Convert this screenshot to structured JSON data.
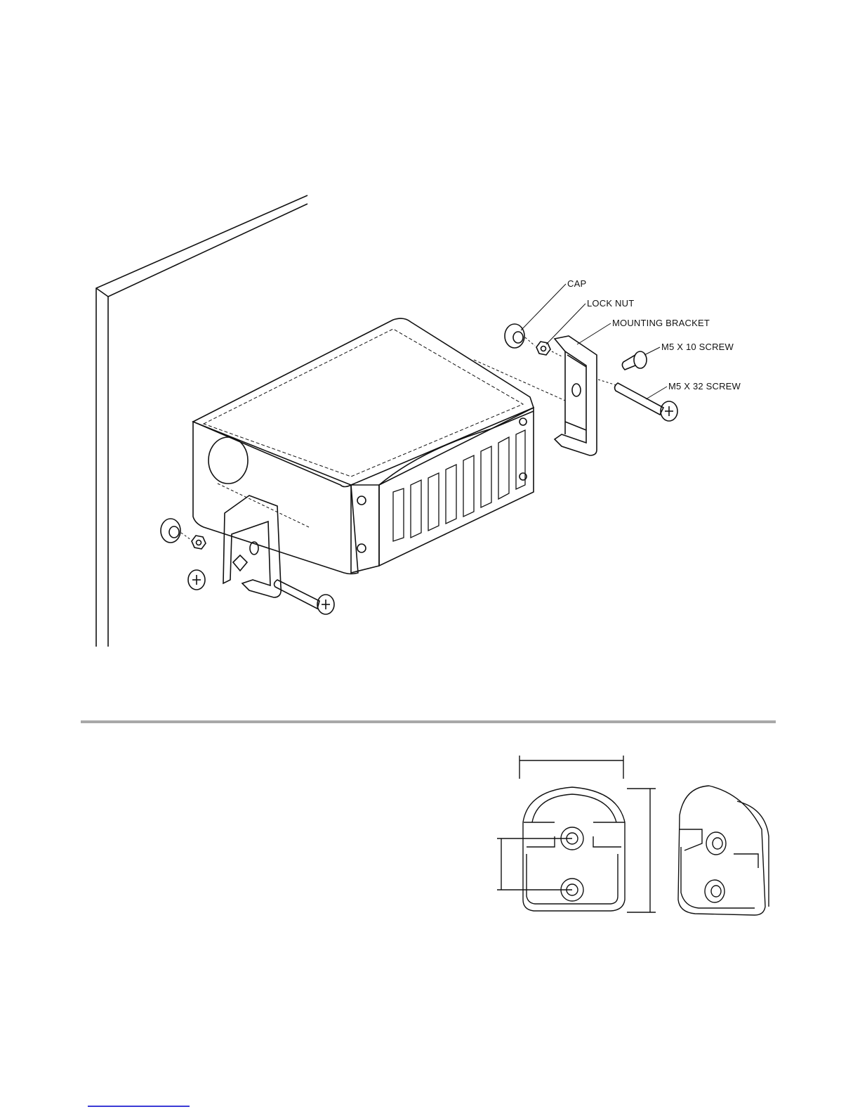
{
  "callouts": {
    "cap": "CAP",
    "lock_nut": "LOCK NUT",
    "mounting_bracket": "MOUNTING BRACKET",
    "m5x10": "M5 X 10 SCREW",
    "m5x32": "M5 X 32 SCREW"
  },
  "colors": {
    "line": "#111111",
    "rule": "#a8a8a8",
    "link": "#3b3bd6"
  }
}
